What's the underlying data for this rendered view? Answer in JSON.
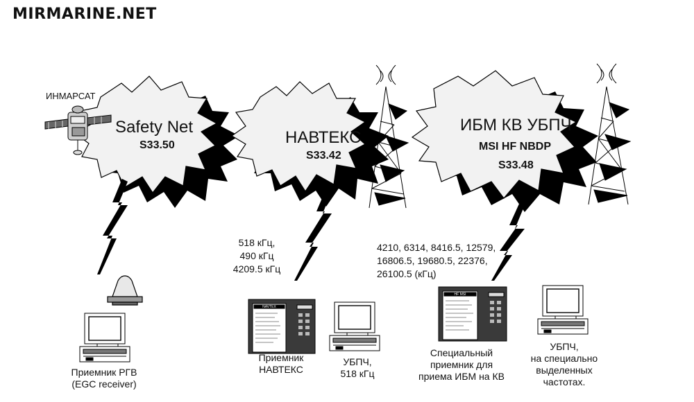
{
  "site": {
    "logo": "MIRMARINE.NET"
  },
  "inmarsat_label": "ИНМАРСАТ",
  "bursts": [
    {
      "title": "Safety Net",
      "code": "S33.50"
    },
    {
      "title": "НАВТЕКС",
      "code": "S33.42"
    },
    {
      "title": "ИБМ КВ УБПЧ",
      "subtitle": "MSI HF NBDP",
      "code": "S33.48"
    }
  ],
  "navtex_freqs": [
    "518 кГц,",
    "490 кГц",
    "4209.5 кГц"
  ],
  "hf_freqs": [
    "4210, 6314, 8416.5, 12579,",
    "16806.5, 19680.5, 22376,",
    "26100.5 (кГц)"
  ],
  "devices": {
    "egc": {
      "lines": [
        "Приемник РГВ",
        "(EGC receiver)"
      ]
    },
    "navtex_receiver": {
      "lines": [
        "Приемник",
        "НАВТЕКС"
      ],
      "brand": "NAVTEX"
    },
    "nbdp_518": {
      "lines": [
        "УБПЧ,",
        "518  кГц"
      ]
    },
    "msi_receiver": {
      "lines": [
        "Специальный",
        "приемник  для",
        "приема ИБМ на КВ"
      ],
      "brand": "HF MSI"
    },
    "nbdp_hf": {
      "lines": [
        "УБПЧ,",
        "на специально",
        "выделенных",
        "частотах."
      ]
    }
  },
  "colors": {
    "ink": "#000000",
    "burst_fill": "#f2f2f2",
    "shadow": "#000000",
    "paper": "#ffffff"
  }
}
